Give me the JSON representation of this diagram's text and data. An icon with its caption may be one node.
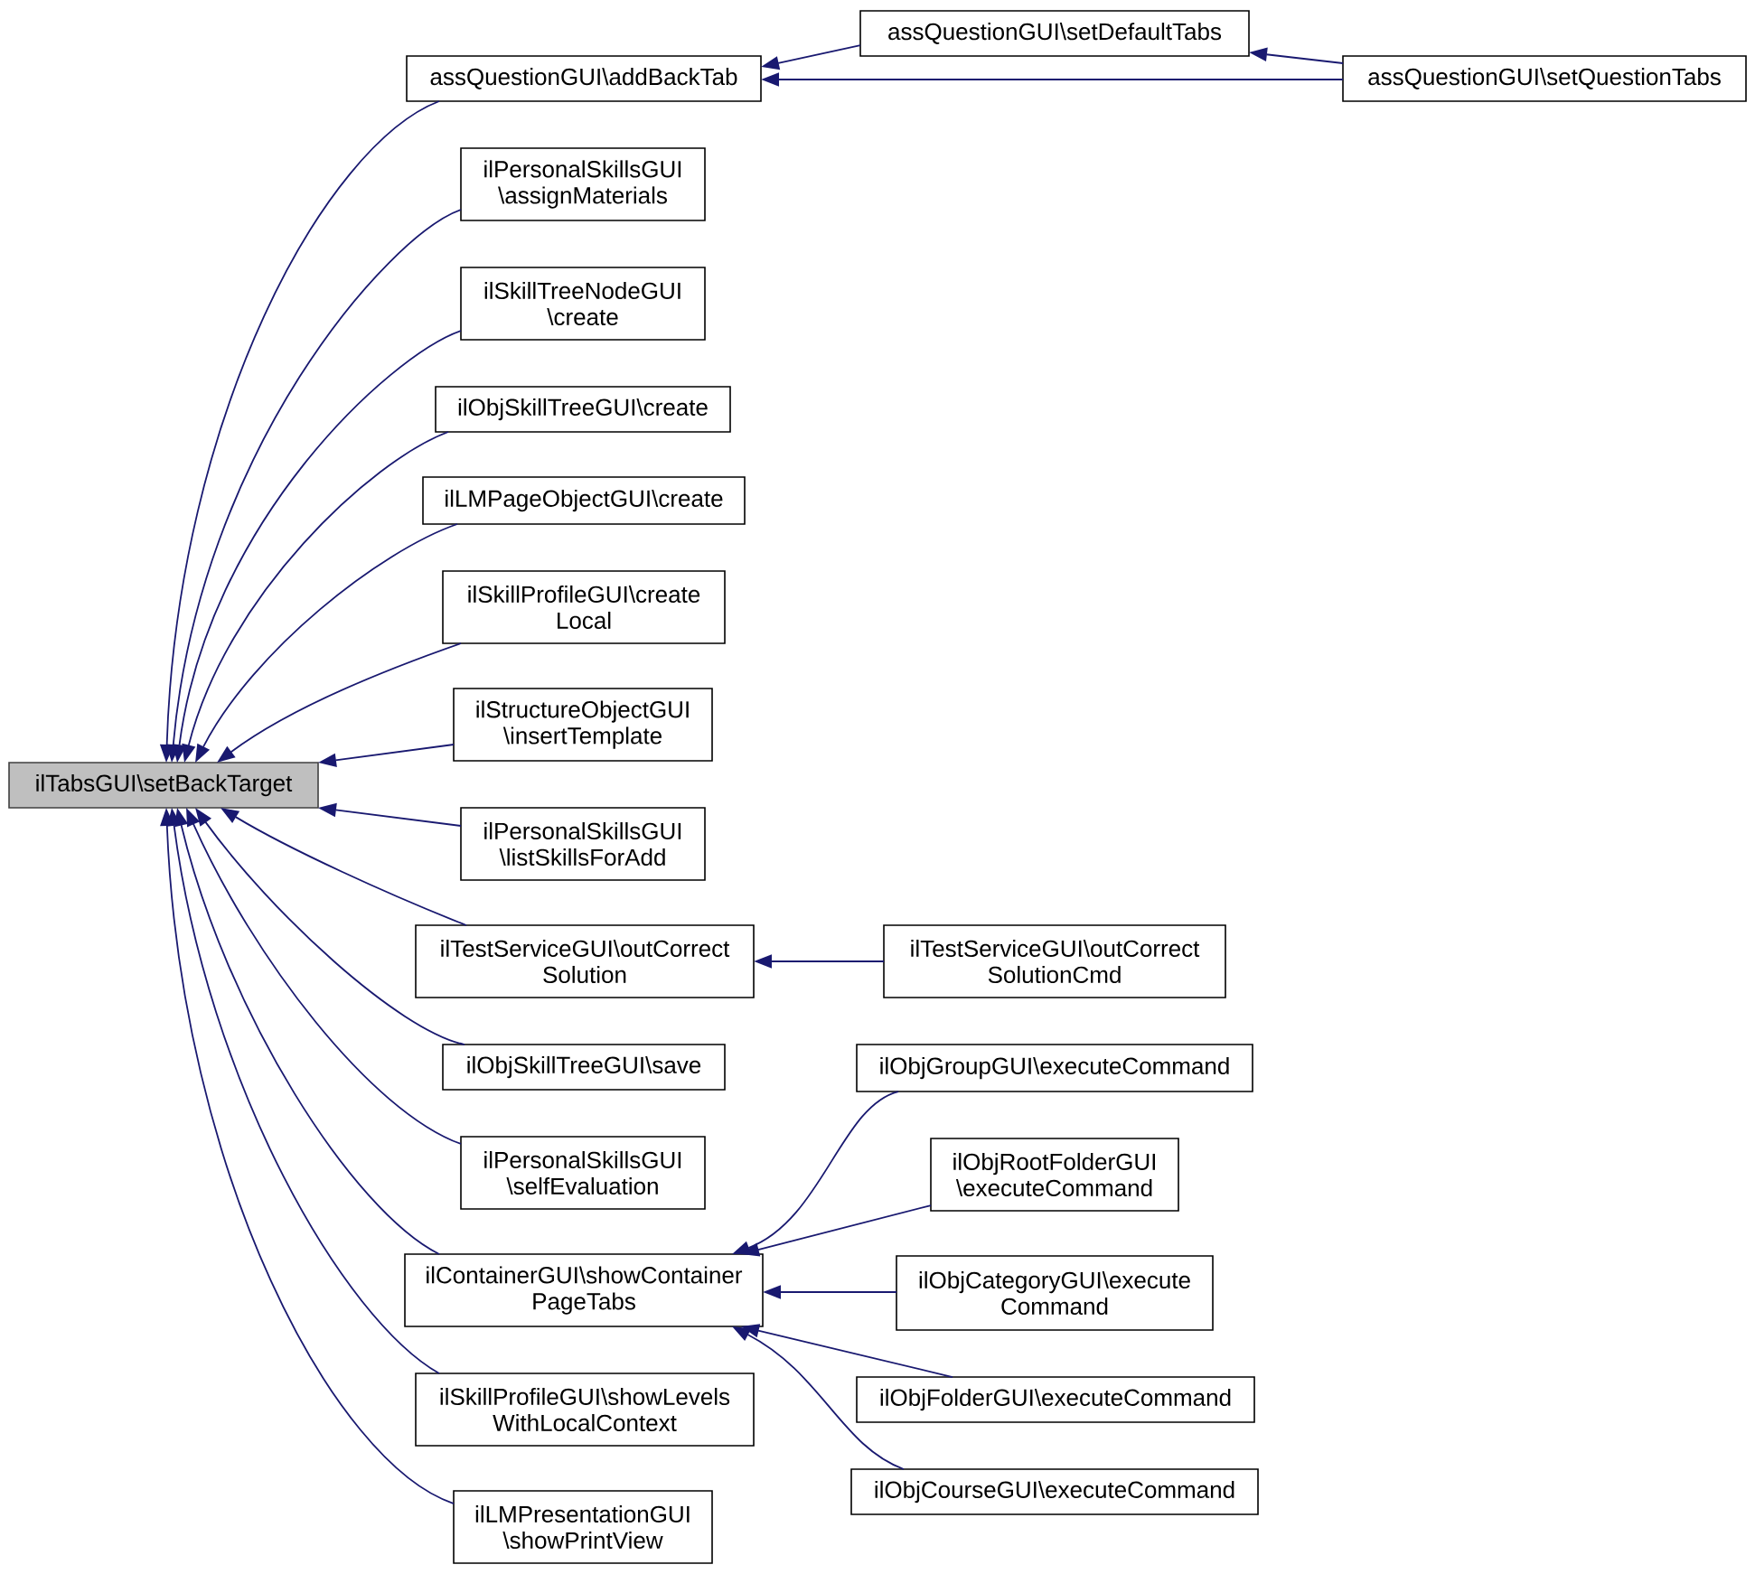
{
  "diagram": {
    "nodes": [
      {
        "text": [
          "ilTabsGUI\\setBackTarget"
        ]
      },
      {
        "text": [
          "assQuestionGUI\\addBackTab"
        ]
      },
      {
        "text": [
          "assQuestionGUI\\setDefaultTabs"
        ]
      },
      {
        "text": [
          "assQuestionGUI\\setQuestionTabs"
        ]
      },
      {
        "text": [
          "ilPersonalSkillsGUI \\assignMaterials"
        ]
      },
      {
        "text": [
          "ilSkillTreeNodeGUI \\create"
        ]
      },
      {
        "text": [
          "ilObjSkillTreeGUI\\create"
        ]
      },
      {
        "text": [
          "ilLMPageObjectGUI\\create"
        ]
      },
      {
        "text": [
          "ilSkillProfileGUI\\create Local"
        ]
      },
      {
        "text": [
          "ilStructureObjectGUI \\insertTemplate"
        ]
      },
      {
        "text": [
          "ilPersonalSkillsGUI \\listSkillsForAdd"
        ]
      },
      {
        "text": [
          "ilTestServiceGUI\\outCorrect Solution"
        ]
      },
      {
        "text": [
          "ilTestServiceGUI\\outCorrect SolutionCmd"
        ]
      },
      {
        "text": [
          "ilObjSkillTreeGUI\\save"
        ]
      },
      {
        "text": [
          "ilPersonalSkillsGUI \\selfEvaluation"
        ]
      },
      {
        "text": [
          "ilContainerGUI\\showContainer PageTabs"
        ]
      },
      {
        "text": [
          "ilObjGroupGUI\\executeCommand"
        ]
      },
      {
        "text": [
          "ilObjRootFolderGUI \\executeCommand"
        ]
      },
      {
        "text": [
          "ilObjCategoryGUI\\execute Command"
        ]
      },
      {
        "text": [
          "ilObjFolderGUI\\executeCommand"
        ]
      },
      {
        "text": [
          "ilObjCourseGUI\\executeCommand"
        ]
      },
      {
        "text": [
          "ilSkillProfileGUI\\showLevels WithLocalContext"
        ]
      },
      {
        "text": [
          "ilLMPresentationGUI \\showPrintView"
        ]
      }
    ],
    "edges": [
      {
        "from": 1,
        "to": 0,
        "arrow": "to"
      },
      {
        "from": 2,
        "to": 1,
        "arrow": "to"
      },
      {
        "from": 3,
        "to": 1,
        "arrow": "to"
      },
      {
        "from": 3,
        "to": 2,
        "arrow": "to"
      },
      {
        "from": 4,
        "to": 0,
        "arrow": "to"
      },
      {
        "from": 5,
        "to": 0,
        "arrow": "to"
      },
      {
        "from": 6,
        "to": 0,
        "arrow": "to"
      },
      {
        "from": 7,
        "to": 0,
        "arrow": "to"
      },
      {
        "from": 8,
        "to": 0,
        "arrow": "to"
      },
      {
        "from": 9,
        "to": 0,
        "arrow": "to"
      },
      {
        "from": 10,
        "to": 0,
        "arrow": "to"
      },
      {
        "from": 11,
        "to": 0,
        "arrow": "to"
      },
      {
        "from": 12,
        "to": 11,
        "arrow": "to"
      },
      {
        "from": 13,
        "to": 0,
        "arrow": "to"
      },
      {
        "from": 14,
        "to": 0,
        "arrow": "to"
      },
      {
        "from": 15,
        "to": 0,
        "arrow": "to"
      },
      {
        "from": 16,
        "to": 15,
        "arrow": "to"
      },
      {
        "from": 17,
        "to": 15,
        "arrow": "to"
      },
      {
        "from": 18,
        "to": 15,
        "arrow": "to"
      },
      {
        "from": 19,
        "to": 15,
        "arrow": "to"
      },
      {
        "from": 20,
        "to": 15,
        "arrow": "to"
      },
      {
        "from": 21,
        "to": 0,
        "arrow": "to"
      },
      {
        "from": 22,
        "to": 0,
        "arrow": "to"
      }
    ]
  }
}
